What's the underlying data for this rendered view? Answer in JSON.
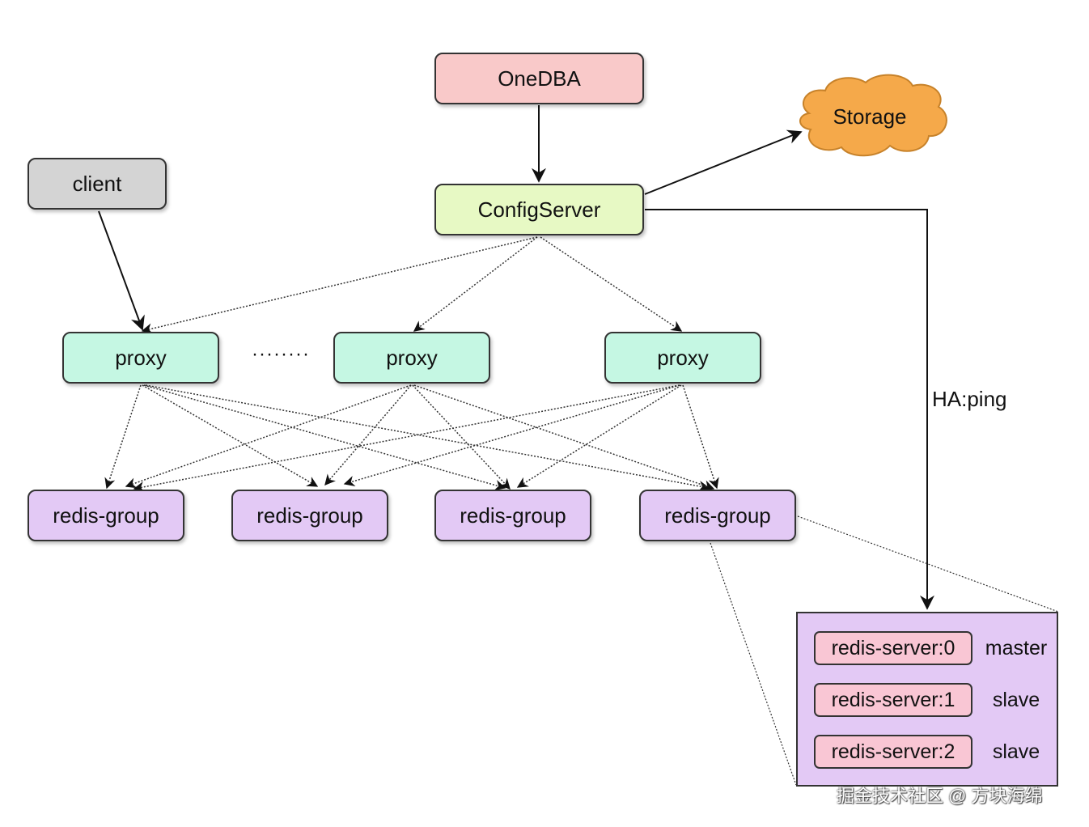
{
  "nodes": {
    "onedba": "OneDBA",
    "configserver": "ConfigServer",
    "storage": "Storage",
    "client": "client",
    "proxies": [
      "proxy",
      "proxy",
      "proxy"
    ],
    "ellipsis": "········",
    "redis_groups": [
      "redis-group",
      "redis-group",
      "redis-group",
      "redis-group"
    ]
  },
  "edge_labels": {
    "ha": "HA:ping"
  },
  "group_detail": {
    "servers": [
      {
        "name": "redis-server:0",
        "role": "master"
      },
      {
        "name": "redis-server:1",
        "role": "slave"
      },
      {
        "name": "redis-server:2",
        "role": "slave"
      }
    ]
  },
  "watermark": "掘金技术社区 @ 方块海绵",
  "colors": {
    "onedba": "#f9c9c9",
    "configserver": "#e7f9c4",
    "client": "#d4d4d4",
    "proxy": "#c5f7e3",
    "redis_group": "#e3c9f5",
    "redis_server": "#f9c6d4",
    "storage": "#f5a94a"
  }
}
